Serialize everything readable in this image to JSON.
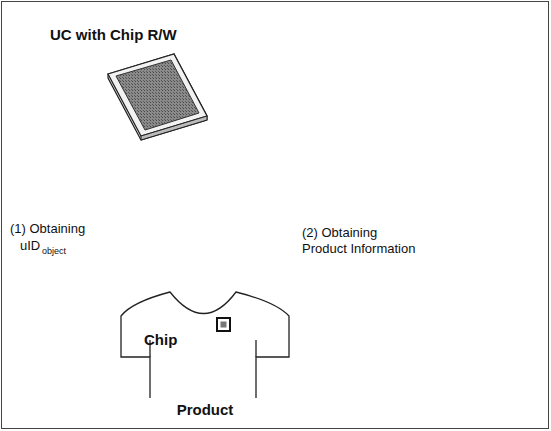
{
  "diagram": {
    "nodes": [
      {
        "text": [
          "UC with Chip R/W"
        ]
      },
      {
        "text": [
          "Chip",
          "Product"
        ]
      }
    ],
    "labels": [
      "(1) Obtaining",
      "uID",
      "object",
      "(2) Obtaining Product Information"
    ]
  }
}
